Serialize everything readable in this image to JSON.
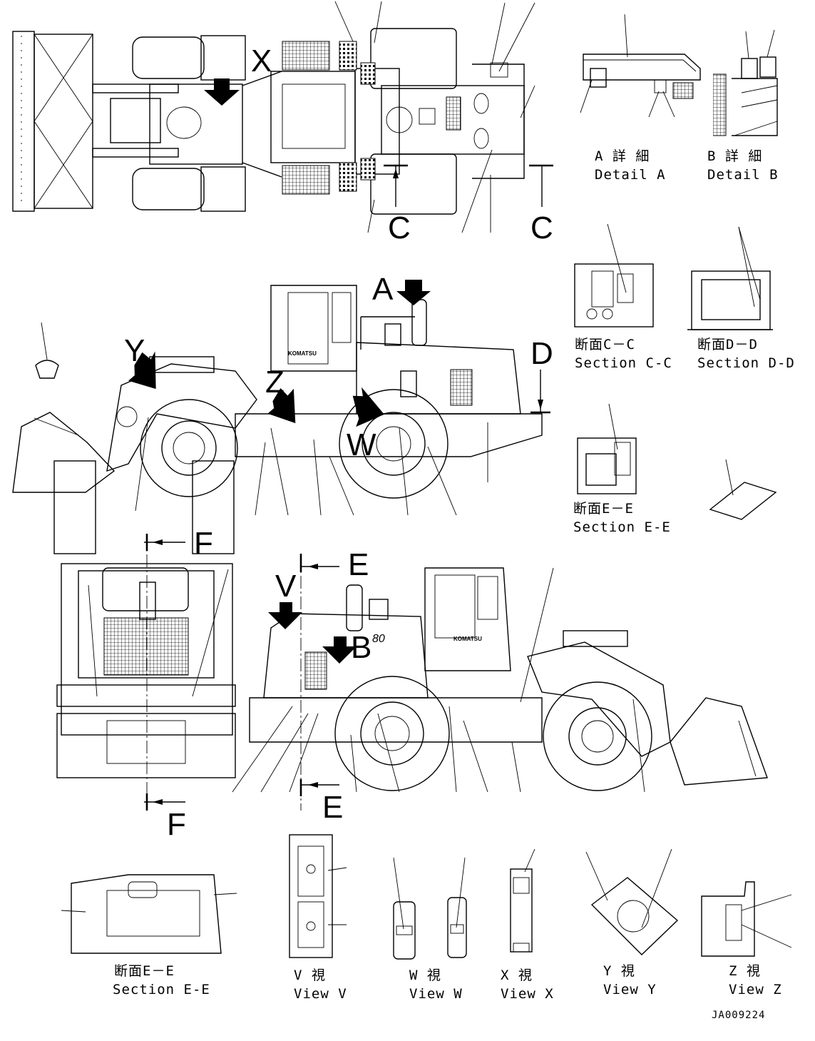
{
  "drawing_code": "JA009224",
  "view_letters": {
    "X": "X",
    "Y": "Y",
    "Z": "Z",
    "W": "W",
    "V": "V",
    "A": "A",
    "B": "B",
    "C": "C",
    "D": "D",
    "E": "E",
    "F": "F"
  },
  "captions": {
    "detail_a_jp": "A 詳 細",
    "detail_a_en": "Detail A",
    "detail_b_jp": "B 詳 細",
    "detail_b_en": "Detail B",
    "section_cc_jp": "断面C－C",
    "section_cc_en": "Section C-C",
    "section_dd_jp": "断面D－D",
    "section_dd_en": "Section D-D",
    "section_ee_jp": "断面E－E",
    "section_ee_en": "Section E-E",
    "section_ee2_jp": "断面E－E",
    "section_ee2_en": "Section E-E",
    "view_v_jp": "V  視",
    "view_v_en": "View V",
    "view_w_jp": "W  視",
    "view_w_en": "View W",
    "view_x_jp": "X  視",
    "view_x_en": "View X",
    "view_y_jp": "Y  視",
    "view_y_en": "View Y",
    "view_z_jp": "Z  視",
    "view_z_en": "View Z"
  },
  "machine_marks": {
    "brand": "KOMATSU",
    "model": "80"
  }
}
